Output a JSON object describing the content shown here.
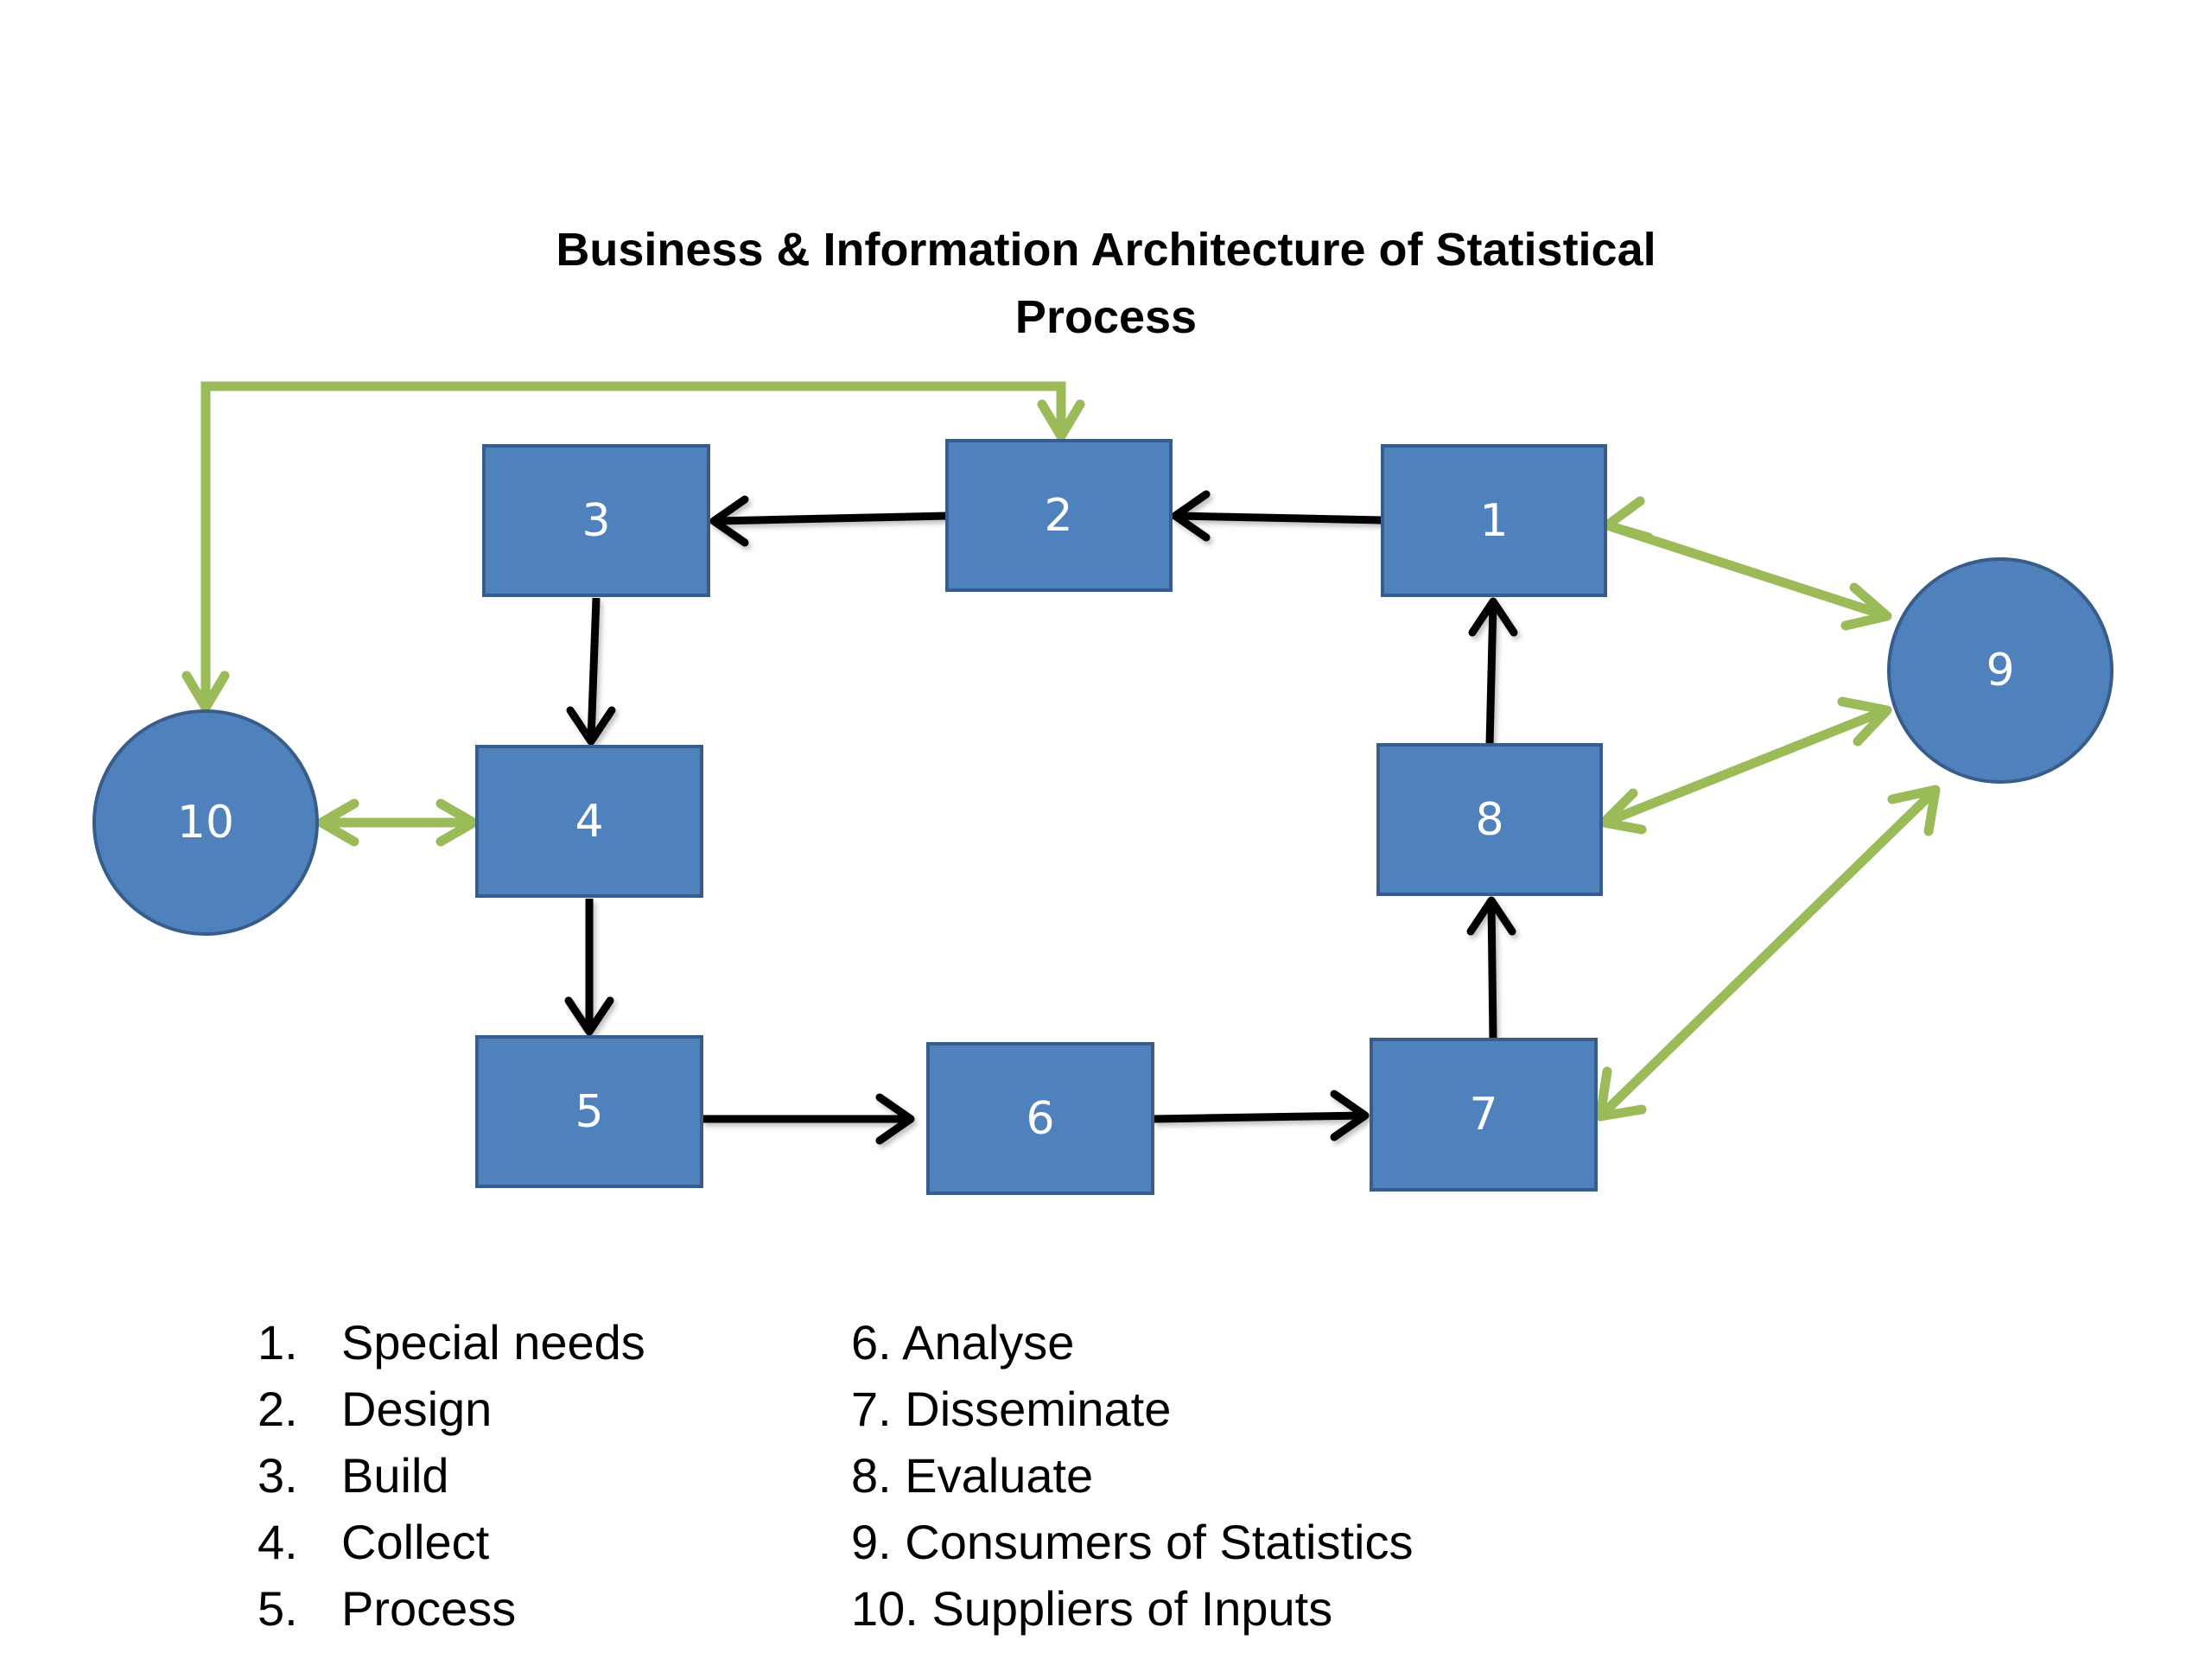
{
  "title": {
    "line1": "Business & Information Architecture of Statistical",
    "line2": "Process"
  },
  "colors": {
    "node_fill": "#4F81BD",
    "node_border": "#385D8A",
    "flow_arrow": "#000000",
    "exchange_arrow": "#9BBB59",
    "text_on_node": "#FFFFFF"
  },
  "nodes": [
    {
      "id": "1",
      "label": "1",
      "shape": "rect"
    },
    {
      "id": "2",
      "label": "2",
      "shape": "rect"
    },
    {
      "id": "3",
      "label": "3",
      "shape": "rect"
    },
    {
      "id": "4",
      "label": "4",
      "shape": "rect"
    },
    {
      "id": "5",
      "label": "5",
      "shape": "rect"
    },
    {
      "id": "6",
      "label": "6",
      "shape": "rect"
    },
    {
      "id": "7",
      "label": "7",
      "shape": "rect"
    },
    {
      "id": "8",
      "label": "8",
      "shape": "rect"
    },
    {
      "id": "9",
      "label": "9",
      "shape": "circle"
    },
    {
      "id": "10",
      "label": "10",
      "shape": "circle"
    }
  ],
  "edges": [
    {
      "from": "1",
      "to": "2",
      "type": "flow"
    },
    {
      "from": "2",
      "to": "3",
      "type": "flow"
    },
    {
      "from": "3",
      "to": "4",
      "type": "flow"
    },
    {
      "from": "4",
      "to": "5",
      "type": "flow"
    },
    {
      "from": "5",
      "to": "6",
      "type": "flow"
    },
    {
      "from": "6",
      "to": "7",
      "type": "flow"
    },
    {
      "from": "7",
      "to": "8",
      "type": "flow"
    },
    {
      "from": "8",
      "to": "1",
      "type": "flow"
    },
    {
      "from": "10",
      "to": "2",
      "type": "exchange-bidirectional"
    },
    {
      "from": "10",
      "to": "4",
      "type": "exchange-bidirectional"
    },
    {
      "from": "9",
      "to": "1",
      "type": "exchange-bidirectional"
    },
    {
      "from": "9",
      "to": "8",
      "type": "exchange-bidirectional"
    },
    {
      "from": "9",
      "to": "7",
      "type": "exchange-bidirectional"
    }
  ],
  "legend": {
    "left": [
      {
        "num": "1.",
        "text": "Special needs"
      },
      {
        "num": "2.",
        "text": "Design"
      },
      {
        "num": "3.",
        "text": "Build"
      },
      {
        "num": "4.",
        "text": "Collect"
      },
      {
        "num": "5.",
        "text": "Process"
      }
    ],
    "right": [
      {
        "text": "6. Analyse"
      },
      {
        "text": "7. Disseminate"
      },
      {
        "text": "8. Evaluate"
      },
      {
        "text": "9. Consumers of Statistics"
      },
      {
        "text": "10. Suppliers of Inputs"
      }
    ]
  }
}
